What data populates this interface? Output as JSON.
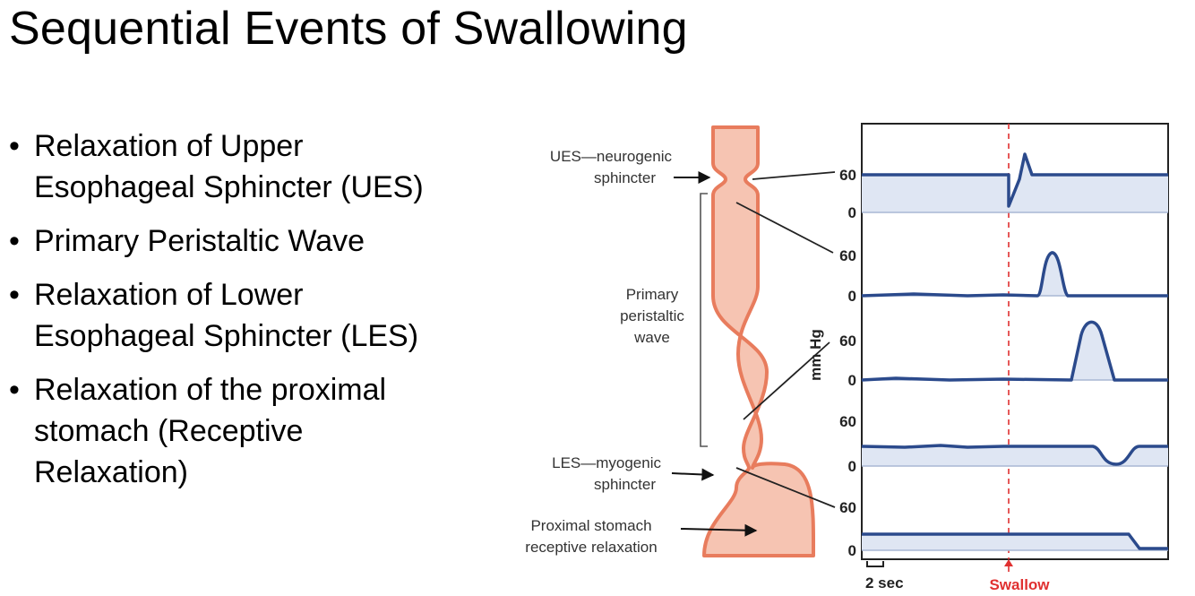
{
  "slide": {
    "title": "Sequential Events of Swallowing"
  },
  "bullets": [
    {
      "line1": "Relaxation of Upper",
      "line2": "Esophageal Sphincter (UES)"
    },
    {
      "line1": "Primary Peristaltic Wave",
      "line2": ""
    },
    {
      "line1": "Relaxation of Lower",
      "line2": "Esophageal Sphincter (LES)"
    },
    {
      "line1": "Relaxation of the proximal",
      "line2": "stomach (Receptive",
      "line3": "Relaxation)"
    }
  ],
  "bullet_symbol": "•",
  "figure": {
    "labels": {
      "ues_line1": "UES—neurogenic",
      "ues_line2": "sphincter",
      "wave_line1": "Primary",
      "wave_line2": "peristaltic",
      "wave_line3": "wave",
      "les_line1": "LES—myogenic",
      "les_line2": "sphincter",
      "stomach_line1": "Proximal stomach",
      "stomach_line2": "receptive relaxation",
      "y_unit": "mm Hg",
      "time_scale": "2 sec",
      "swallow": "Swallow"
    },
    "tick_labels": {
      "high": "60",
      "low": "0"
    },
    "colors": {
      "trace": "#2b4a8c",
      "fill": "#dfe6f3",
      "esophagus": "#f6c4b2",
      "esophagus_edge": "#e87c5d",
      "swallow": "#e03030",
      "axis": "#222222"
    }
  }
}
